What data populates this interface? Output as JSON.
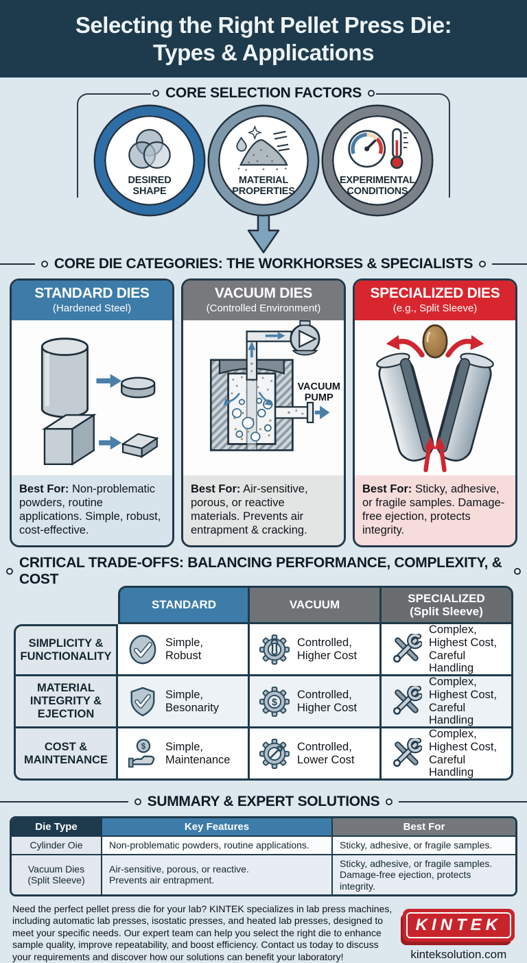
{
  "colors": {
    "navy": "#1d3b4d",
    "blue": "#3d7ca8",
    "gray": "#77797c",
    "red": "#d8262e",
    "page_bg": "#dde7ee"
  },
  "header": {
    "title_line1": "Selecting the Right Pellet Press Die:",
    "title_line2": "Types & Applications"
  },
  "selection_factors": {
    "title": "CORE SELECTION FACTORS",
    "items": [
      {
        "icon": "venn-circles-icon",
        "label": "DESIRED\nSHAPE"
      },
      {
        "icon": "powder-pile-icon",
        "label": "MATERIAL\nPROPERTIES"
      },
      {
        "icon": "gauge-thermometer-icon",
        "label": "EXPERIMENTAL\nCONDITIONS"
      }
    ]
  },
  "die_categories": {
    "title": "CORE DIE CATEGORIES: THE WORKHORSES & SPECIALISTS",
    "cards": [
      {
        "title": "STANDARD DIES",
        "subtitle": "(Hardened Steel)",
        "best_for_label": "Best For:",
        "best_for_text": " Non-problematic powders, routine applications. Simple, robust, cost-effective."
      },
      {
        "title": "VACUUM DIES",
        "subtitle": "(Controlled Environment)",
        "pump_label": "VACUUM\nPUMP",
        "best_for_label": "Best For:",
        "best_for_text": " Air-sensitive, porous, or reactive materials. Prevents air entrapment & cracking."
      },
      {
        "title": "SPECIALIZED DIES",
        "subtitle": "(e.g., Split Sleeve)",
        "best_for_label": "Best For:",
        "best_for_text": " Sticky, adhesive, or fragile samples. Damage-free ejection, protects integrity."
      }
    ]
  },
  "trade_offs": {
    "title": "CRITICAL TRADE-OFFS: BALANCING PERFORMANCE, COMPLEXITY, & COST",
    "col_headers": [
      "STANDARD",
      "VACUUM",
      "SPECIALIZED\n(Split Sleeve)"
    ],
    "rows": [
      {
        "label": "SIMPLICITY &\nFUNCTIONALITY",
        "cells": [
          {
            "icon": "check-oval-icon",
            "text": "Simple,\nRobust"
          },
          {
            "icon": "gear-wrench-icon",
            "text": "Controlled,\nHigher Cost"
          },
          {
            "icon": "crossed-tools-icon",
            "text": "Complex,\nHighest Cost,\nCareful Handling"
          }
        ]
      },
      {
        "label": "MATERIAL\nINTEGRITY &\nEJECTION",
        "cells": [
          {
            "icon": "shield-check-icon",
            "text": "Simple,\nBesonarity"
          },
          {
            "icon": "gear-dollar-icon",
            "text": "Controlled,\nHigher Cost"
          },
          {
            "icon": "crossed-tools-icon",
            "text": "Complex,\nHighest Cost,\nCareful Handling"
          }
        ]
      },
      {
        "label": "COST &\nMAINTENANCE",
        "cells": [
          {
            "icon": "coin-hand-icon",
            "text": "Simple,\nMaintenance"
          },
          {
            "icon": "gear-tool-icon",
            "text": "Controlled,\nLower Cost"
          },
          {
            "icon": "crossed-tools-icon",
            "text": "Complex,\nHighest Cost,\nCareful Handling"
          }
        ]
      }
    ]
  },
  "summary": {
    "title": "SUMMARY & EXPERT SOLUTIONS",
    "headers": [
      "Die Type",
      "Key Features",
      "Best For"
    ],
    "rows": [
      {
        "die_type": "Cylinder Oie",
        "features": "Non-problematic powders, routine applications.",
        "best_for": "Sticky, adhesive, or fragile samples."
      },
      {
        "die_type": "Vacuum Dies\n(Split Sleeve)",
        "features": "Air-sensitive, porous, or reactive.\nPrevents air entrapment.",
        "best_for": "Sticky, adhesive, or fragile samples.\nDamage-free ejection, protects integrity."
      }
    ]
  },
  "footer": {
    "text": "Need the perfect pellet press die for your lab? KINTEK specializes in lab press machines, including automatic lab presses, isostatic presses, and heated lab presses, designed to meet your specific needs. Our expert team can help you select the right die to enhance sample quality, improve repeatability, and boost efficiency. Contact us today to discuss your requirements and discover how our solutions can benefit your laboratory!",
    "logo_text": "KINTEK",
    "website": "kinteksolution.com"
  }
}
